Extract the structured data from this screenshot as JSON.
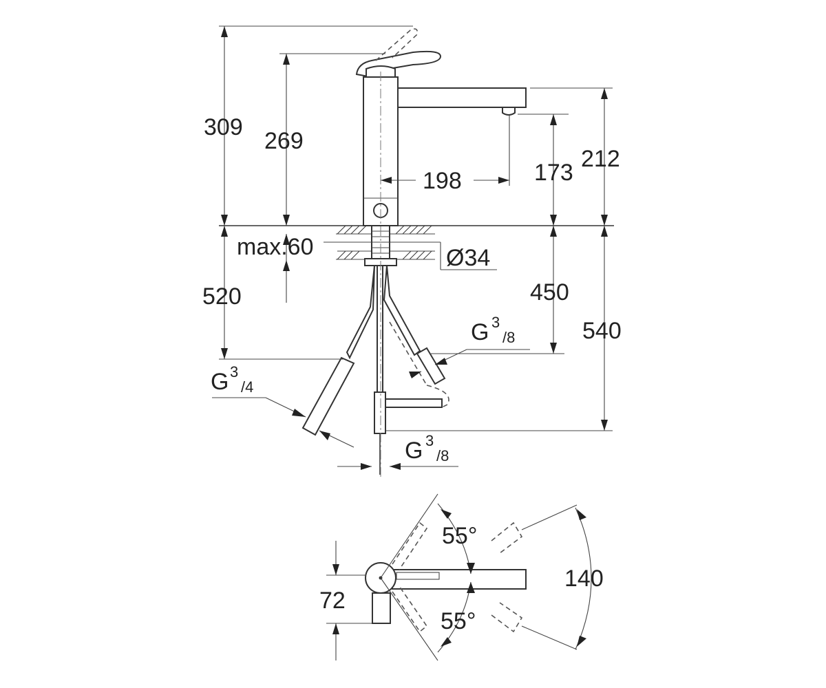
{
  "diagram": {
    "elevation": {
      "total_height": "309",
      "lever_height": "269",
      "spout_reach": "198",
      "outlet_height": "173",
      "spout_height": "212",
      "max_deck_thickness": "max.60",
      "hole_diameter": "Ø34",
      "hose_length_left": "520",
      "hose_length_right": "450",
      "hose_length_total": "540"
    },
    "connections": {
      "main": {
        "base": "G",
        "superscript": "3",
        "subscript": "/4"
      },
      "right": {
        "base": "G",
        "superscript": "3",
        "subscript": "/8"
      },
      "bottom": {
        "base": "G",
        "superscript": "3",
        "subscript": "/8"
      }
    },
    "plan": {
      "swivel_upper": "55°",
      "swivel_lower": "55°",
      "swivel_span": "140",
      "body_depth": "72"
    }
  }
}
